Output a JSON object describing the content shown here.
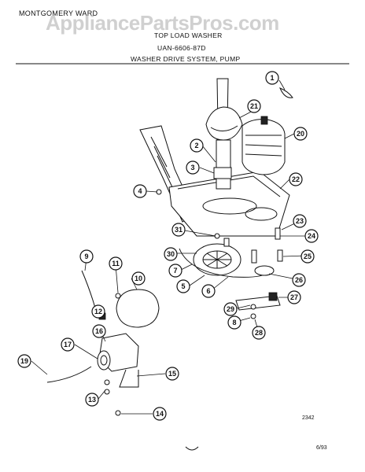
{
  "header": {
    "brand": "MONTGOMERY WARD",
    "product": "TOP LOAD WASHER",
    "model": "UAN-6606-87D",
    "section": "WASHER DRIVE SYSTEM, PUMP"
  },
  "watermark": "AppliancePartsPros.com",
  "callouts": [
    "1",
    "2",
    "3",
    "4",
    "5",
    "6",
    "7",
    "8",
    "9",
    "10",
    "11",
    "12",
    "13",
    "14",
    "15",
    "16",
    "17",
    "19",
    "20",
    "21",
    "22",
    "23",
    "24",
    "25",
    "26",
    "27",
    "28",
    "29",
    "30",
    "31"
  ],
  "footer": {
    "diagram_number": "2342",
    "date": "6/93"
  }
}
